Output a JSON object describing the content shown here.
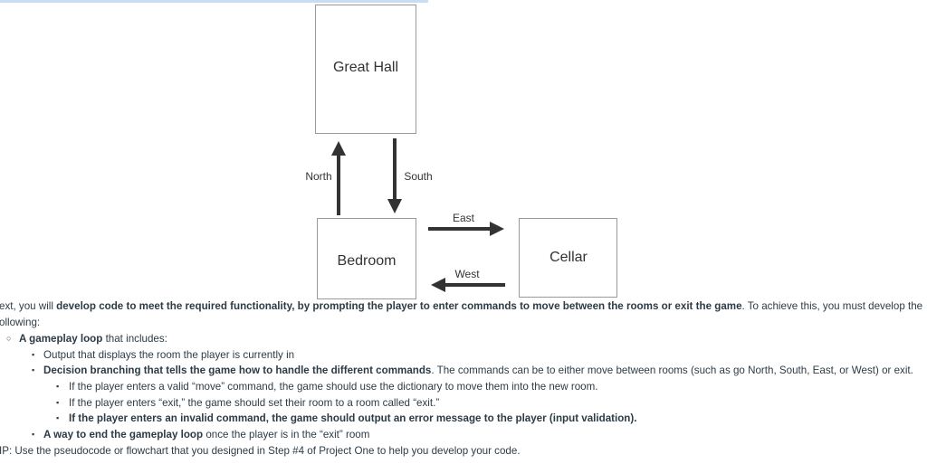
{
  "diagram": {
    "rooms": [
      "Great Hall",
      "Bedroom",
      "Cellar"
    ],
    "labels": {
      "north": "North",
      "south": "South",
      "east": "East",
      "west": "West"
    }
  },
  "text": {
    "intro": {
      "p1": "ext, you will ",
      "b1": "develop code to meet the required functionality, by prompting the player to enter commands to move between the rooms or exit the game",
      "p2": ". To achieve this, you must develop the",
      "p3": "ollowing:"
    },
    "loop": {
      "b": "A gameplay loop",
      "rest": " that includes:"
    },
    "output_item": "Output that displays the room the player is currently in",
    "branching": {
      "b": "Decision branching that tells the game how to handle the different commands",
      "rest": ". The commands can be to either move between rooms (such as go North, South, East, or West) or exit."
    },
    "sub": [
      "If the player enters a valid “move” command, the game should use the dictionary to move them into the new room.",
      "If the player enters “exit,” the game should set their room to a room called “exit.”",
      "If the player enters an invalid command, the game should output an error message to the player (input validation)."
    ],
    "end": {
      "b": "A way to end the gameplay loop",
      "rest": " once the player is in the “exit” room"
    },
    "tip": "IP: Use the pseudocode or flowchart that you designed in Step #4 of Project One to help you develop your code."
  }
}
